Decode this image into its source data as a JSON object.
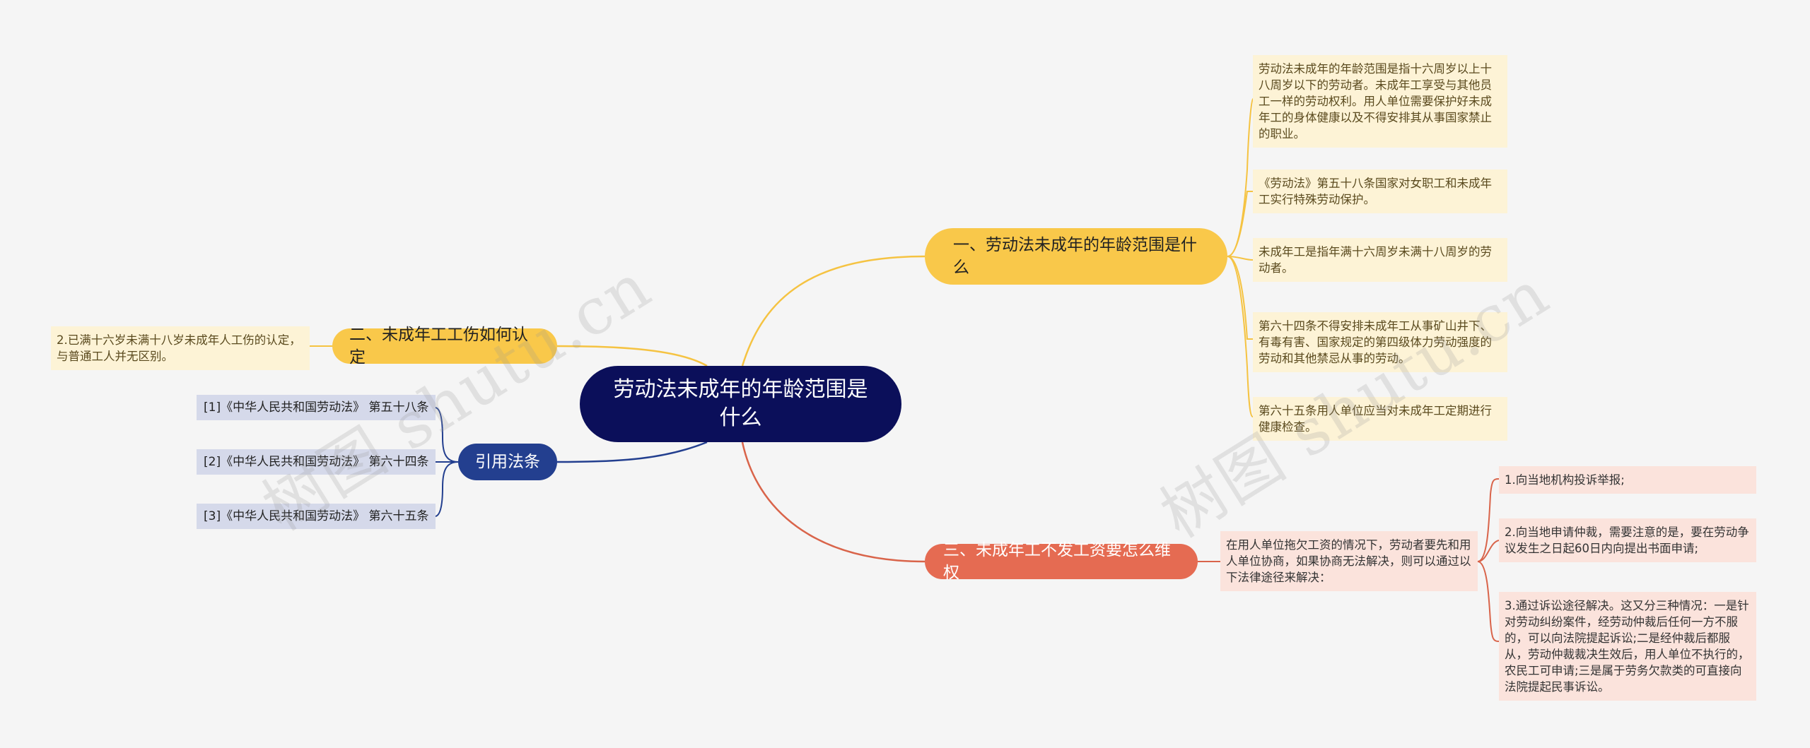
{
  "center": {
    "title": "劳动法未成年的年龄范围是什么"
  },
  "branches": {
    "b1": {
      "label": "一、劳动法未成年的年龄范围是什么",
      "leaves": [
        "劳动法未成年的年龄范围是指十六周岁以上十八周岁以下的劳动者。未成年工享受与其他员工一样的劳动权利。用人单位需要保护好未成年工的身体健康以及不得安排其从事国家禁止的职业。",
        "《劳动法》第五十八条国家对女职工和未成年工实行特殊劳动保护。",
        "未成年工是指年满十六周岁未满十八周岁的劳动者。",
        "第六十四条不得安排未成年工从事矿山井下、有毒有害、国家规定的第四级体力劳动强度的劳动和其他禁忌从事的劳动。",
        "第六十五条用人单位应当对未成年工定期进行健康检查。"
      ]
    },
    "b2": {
      "label": "二、未成年工工伤如何认定",
      "leaves": [
        "2.已满十六岁未满十八岁未成年人工伤的认定，与普通工人并无区别。"
      ]
    },
    "b3": {
      "label": "三、未成年工不发工资要怎么维权",
      "intro": "在用人单位拖欠工资的情况下，劳动者要先和用人单位协商，如果协商无法解决，则可以通过以下法律途径来解决：",
      "leaves": [
        "1.向当地机构投诉举报;",
        "2.向当地申请仲裁，需要注意的是，要在劳动争议发生之日起60日内向提出书面申请;",
        "3.通过诉讼途径解决。这又分三种情况：一是针对劳动纠纷案件，经劳动仲裁后任何一方不服的，可以向法院提起诉讼;二是经仲裁后都服从，劳动仲裁裁决生效后，用人单位不执行的，农民工可申请;三是属于劳务欠款类的可直接向法院提起民事诉讼。"
      ]
    },
    "b4": {
      "label": "引用法条",
      "leaves": [
        "[1]《中华人民共和国劳动法》 第五十八条",
        "[2]《中华人民共和国劳动法》 第六十四条",
        "[3]《中华人民共和国劳动法》 第六十五条"
      ]
    }
  },
  "watermark": {
    "text": "树图 shutu.cn"
  },
  "colors": {
    "center": "#0b0f5a",
    "yellow": "#f9c84a",
    "red": "#e56b52",
    "blue": "#233f8f"
  }
}
